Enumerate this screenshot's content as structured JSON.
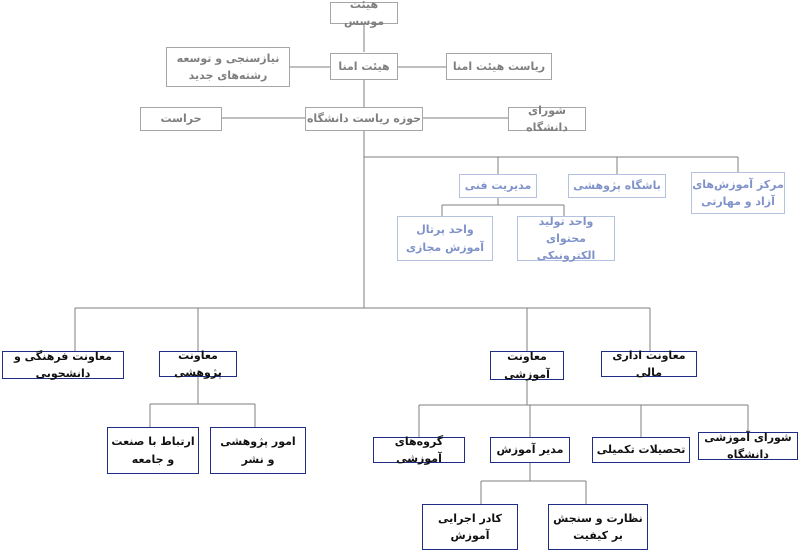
{
  "colors": {
    "gray_text": "#7f7f7f",
    "gray_border": "#a6a6a6",
    "light_text": "#8093c9",
    "light_border": "#b4c2e0",
    "navy_border": "#1f2d86",
    "line": "#7f7f7f"
  },
  "nodes": {
    "founders": "هیئت موسس",
    "board": "هیئت امنا",
    "needs": "نیازسنجی و توسعه\nرشته‌های جدید",
    "board_chair": "ریاست هیئت امنا",
    "presidency": "حوزه ریاست دانشگاه",
    "security": "حراست",
    "univ_council": "شورای دانشگاه",
    "tech_mgmt": "مدیریت فنی",
    "research_club": "باشگاه پژوهشی",
    "free_edu_center": "مرکز آموزش‌های\nآزاد و مهارتی",
    "portal_unit": "واحد پرتال\nآموزش مجازی",
    "content_unit": "واحد تولید\nمحتوای الکترونیکی",
    "vp_culture": "معاونت فرهنگی و دانشجویی",
    "vp_research": "معاونت پژوهشی",
    "vp_edu": "معاونت آموزشی",
    "vp_admin": "معاونت اداری مالی",
    "industry_link": "ارتباط با صنعت\nو جامعه",
    "research_affairs": "امور پژوهشی\nو نشر",
    "edu_groups": "گروه‌های آموزشی",
    "edu_manager": "مدیر آموزش",
    "grad_studies": "تحصیلات تکمیلی",
    "edu_council": "شورای آموزشی دانشگاه",
    "edu_staff": "کادر اجرایی\nآموزش",
    "quality": "نظارت و سنجش\nبر کیفیت"
  }
}
